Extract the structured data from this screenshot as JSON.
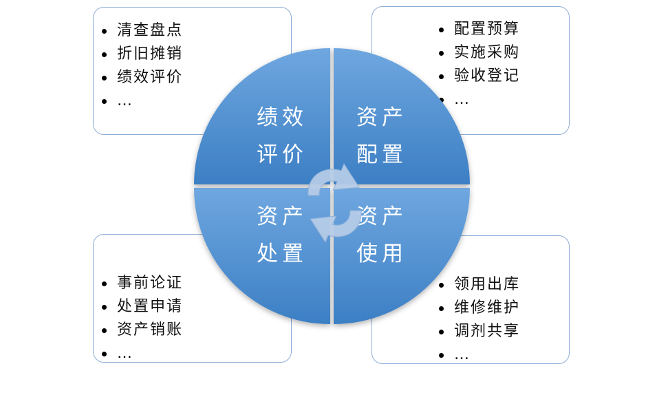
{
  "quadrants": {
    "tl": {
      "line1": "绩效",
      "line2": "评价",
      "items": [
        "清查盘点",
        "折旧摊销",
        "绩效评价",
        "…"
      ]
    },
    "tr": {
      "line1": "资产",
      "line2": "配置",
      "items": [
        "配置预算",
        "实施采购",
        "验收登记",
        "…"
      ]
    },
    "bl": {
      "line1": "资产",
      "line2": "处置",
      "items": [
        "事前论证",
        "处置申请",
        "资产销账",
        "…"
      ]
    },
    "br": {
      "line1": "资产",
      "line2": "使用",
      "items": [
        "领用出库",
        "维修维护",
        "调剂共享",
        "…"
      ]
    }
  },
  "colors": {
    "box_border": "#8eaed6",
    "quadrant_light": "#6fa7e0",
    "quadrant_dark": "#3c7fc4",
    "arrow": "#b7cde8"
  },
  "icons": {
    "center": "cycle-arrows-icon"
  }
}
